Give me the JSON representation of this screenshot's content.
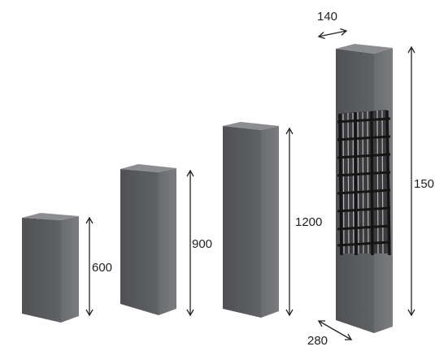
{
  "colors": {
    "front_face": "#56585b",
    "side_face": "#6d6f72",
    "top_face": "#8b8d90",
    "rebar": "#151515",
    "arrow": "#222222"
  },
  "columns": [
    {
      "label": "600"
    },
    {
      "label": "900"
    },
    {
      "label": "1200"
    },
    {
      "label": "150",
      "has_rebar": true
    }
  ],
  "dimensions": {
    "width_top": "140",
    "width_bottom": "280"
  }
}
